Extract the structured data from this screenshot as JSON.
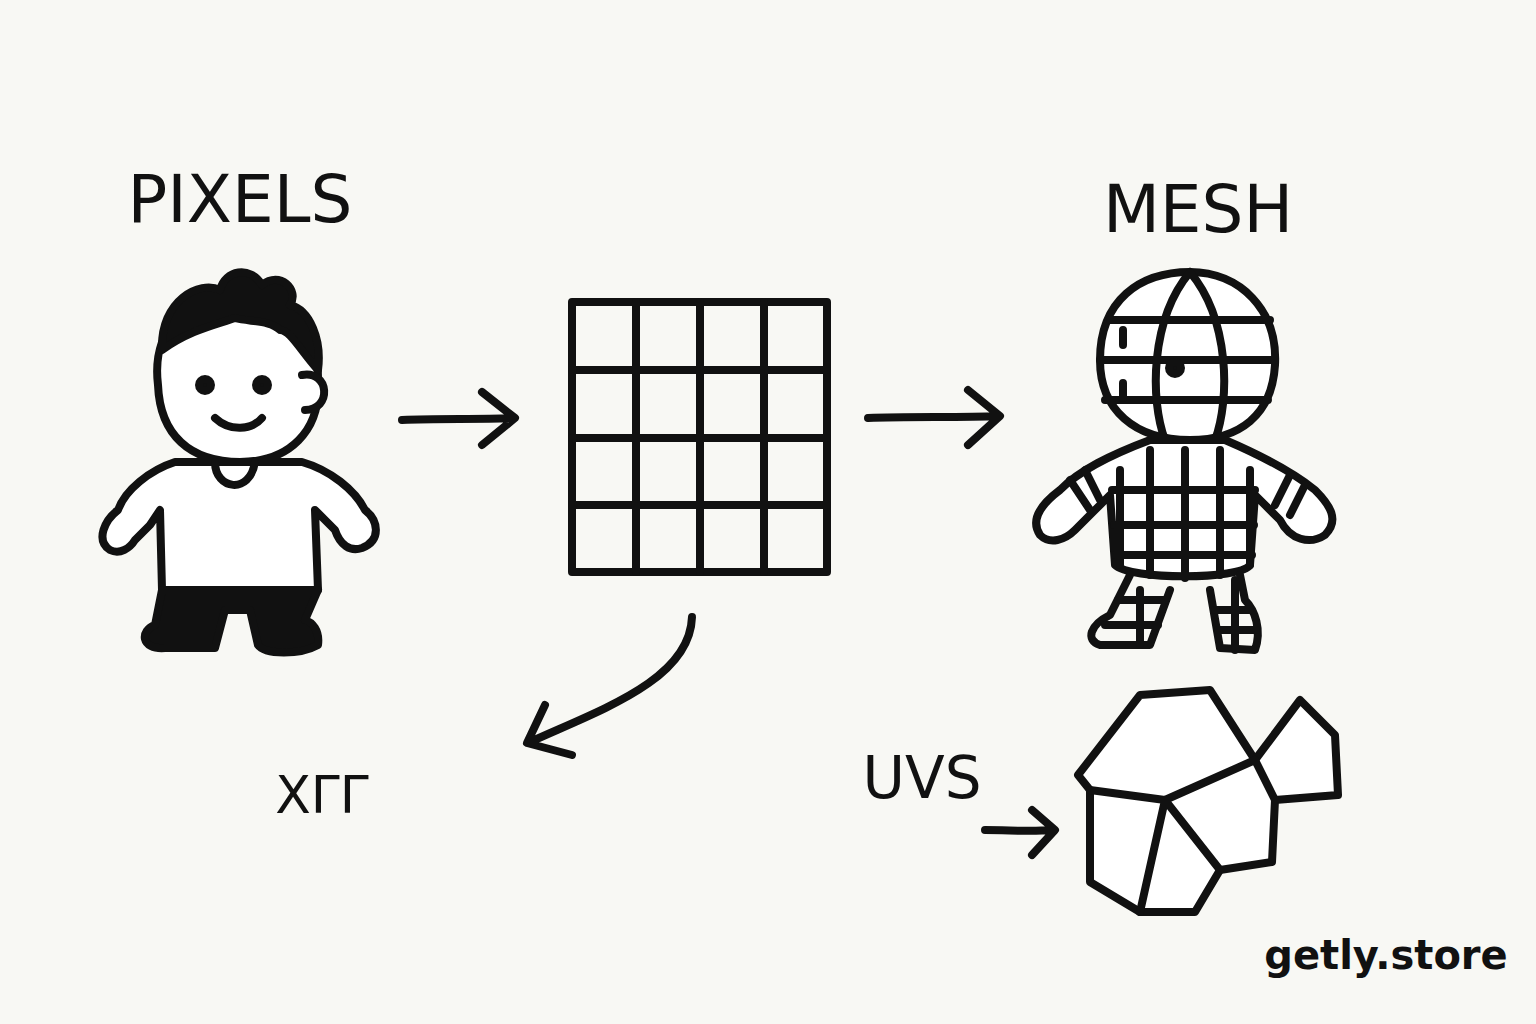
{
  "diagram": {
    "labels": [
      "PIXELS",
      "MESH",
      "XΓΓ",
      "UVS",
      "getly.store"
    ]
  }
}
